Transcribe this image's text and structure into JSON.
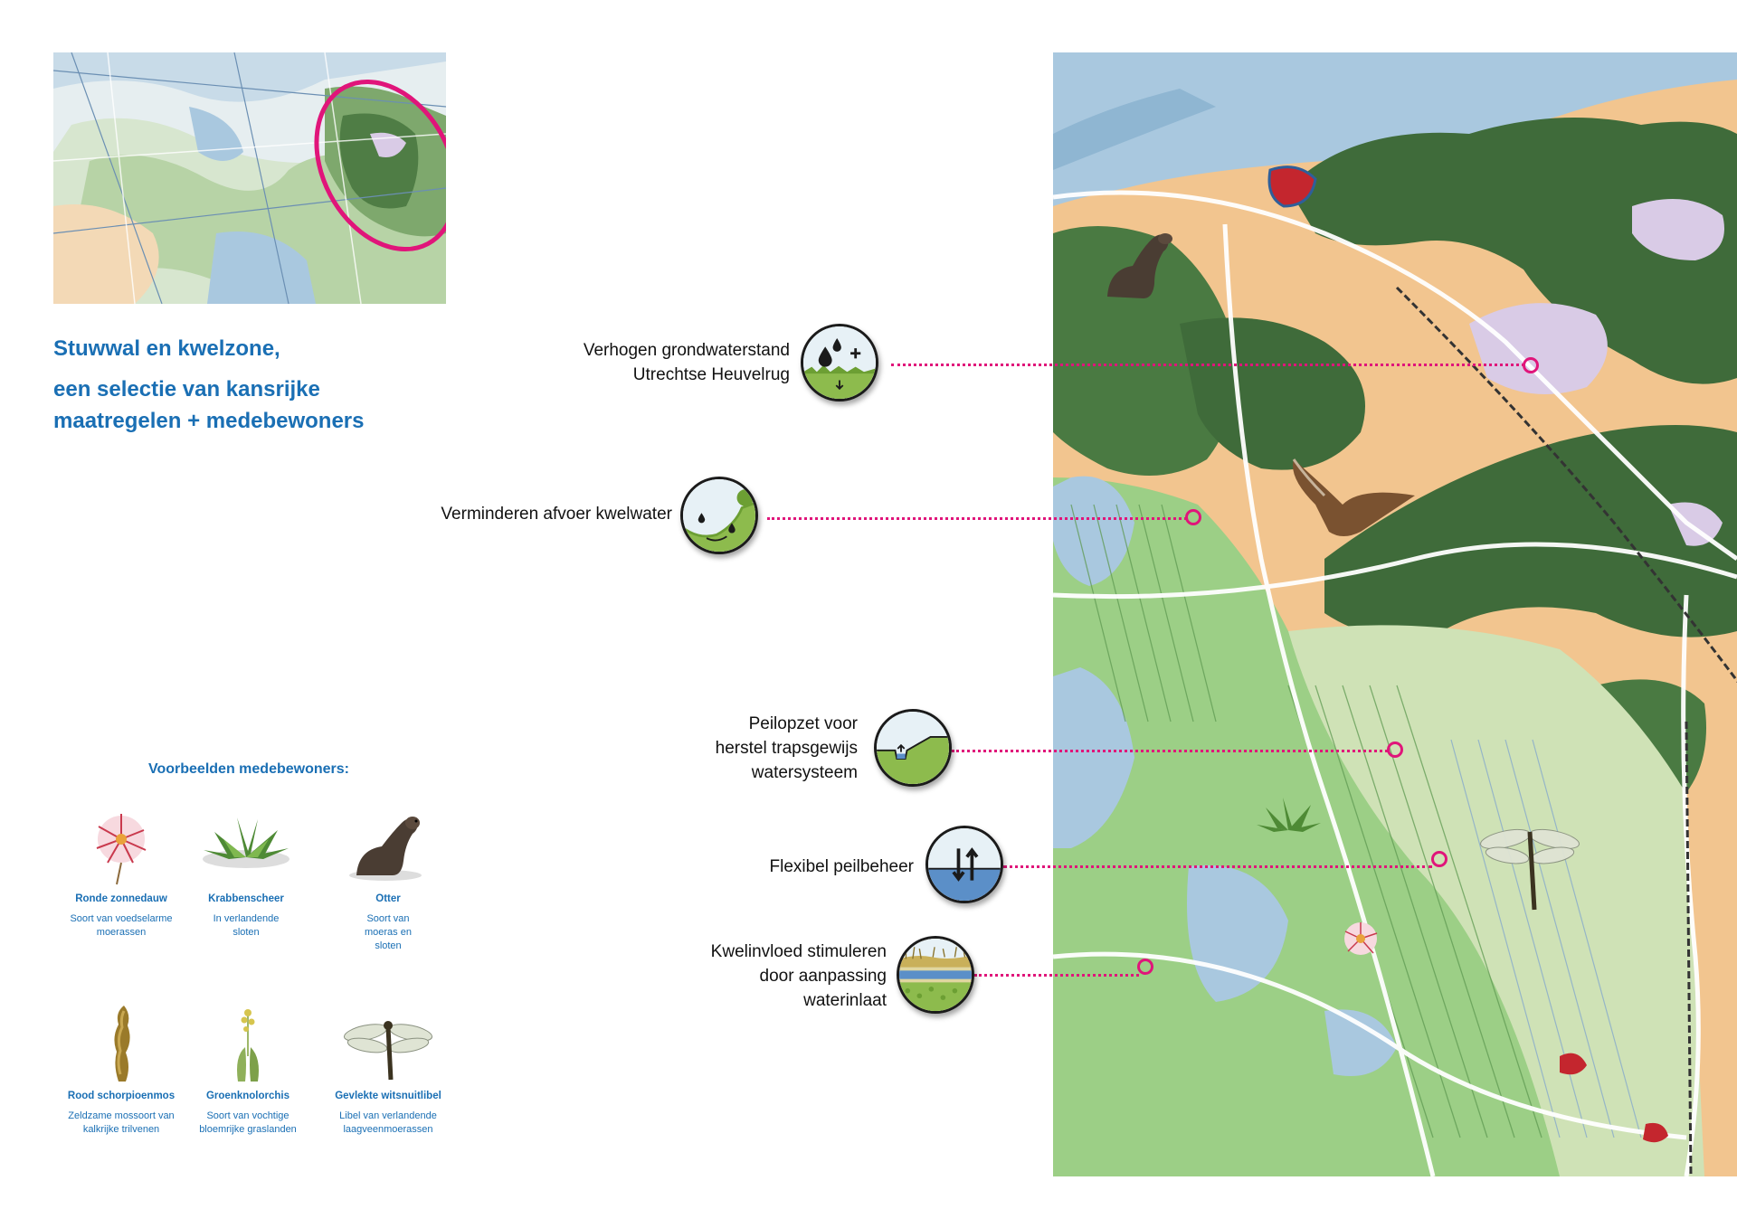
{
  "heading": {
    "line1": "Stuwwal en kwelzone,",
    "line2": "een selectie van kansrijke",
    "line3": "maatregelen + medebewoners"
  },
  "species_section": {
    "title": "Voorbeelden medebewoners:",
    "species": [
      {
        "name": "Ronde zonnedauw",
        "desc_lines": [
          "Soort van voedselarme",
          "moerassen"
        ],
        "icon": "sundew-icon"
      },
      {
        "name": "Krabbenscheer",
        "desc_lines": [
          "In verlandende",
          "sloten"
        ],
        "icon": "water-soldier-icon"
      },
      {
        "name": "Otter",
        "desc_lines": [
          "Soort van",
          "moeras en",
          "sloten"
        ],
        "icon": "otter-icon"
      },
      {
        "name": "Rood schorpioenmos",
        "desc_lines": [
          "Zeldzame mossoort van",
          "kalkrijke trilvenen"
        ],
        "icon": "scorpion-moss-icon"
      },
      {
        "name": "Groenknolorchis",
        "desc_lines": [
          "Soort van vochtige",
          "bloemrijke graslanden"
        ],
        "icon": "fen-orchid-icon"
      },
      {
        "name": "Gevlekte witsnuitlibel",
        "desc_lines": [
          "Libel van verlandende",
          "laagveenmoerassen"
        ],
        "icon": "dragonfly-icon"
      }
    ]
  },
  "measures": [
    {
      "lines": [
        "Verhogen grondwaterstand",
        "Utrechtse Heuvelrug"
      ],
      "icon": "groundwater-raise-icon"
    },
    {
      "lines": [
        "Verminderen afvoer kwelwater"
      ],
      "icon": "seepage-slope-icon"
    },
    {
      "lines": [
        "Peilopzet  voor",
        "herstel trapsgewijs",
        "watersysteem"
      ],
      "icon": "stepped-water-level-icon"
    },
    {
      "lines": [
        "Flexibel peilbeheer"
      ],
      "icon": "flexible-level-icon"
    },
    {
      "lines": [
        "Kwelinvloed  stimuleren",
        "door aanpassing",
        "waterinlaat"
      ],
      "icon": "seepage-inlet-icon"
    }
  ],
  "colors": {
    "heading_blue": "#1a6fb4",
    "callout_magenta": "#e0157a",
    "forest_green": "#3f6b3a",
    "meadow_green": "#9ccf86",
    "arable_orange": "#f2c58f",
    "water_blue": "#a9c8df",
    "heath_lilac": "#d9cbe6",
    "town_red": "#c4262e"
  }
}
